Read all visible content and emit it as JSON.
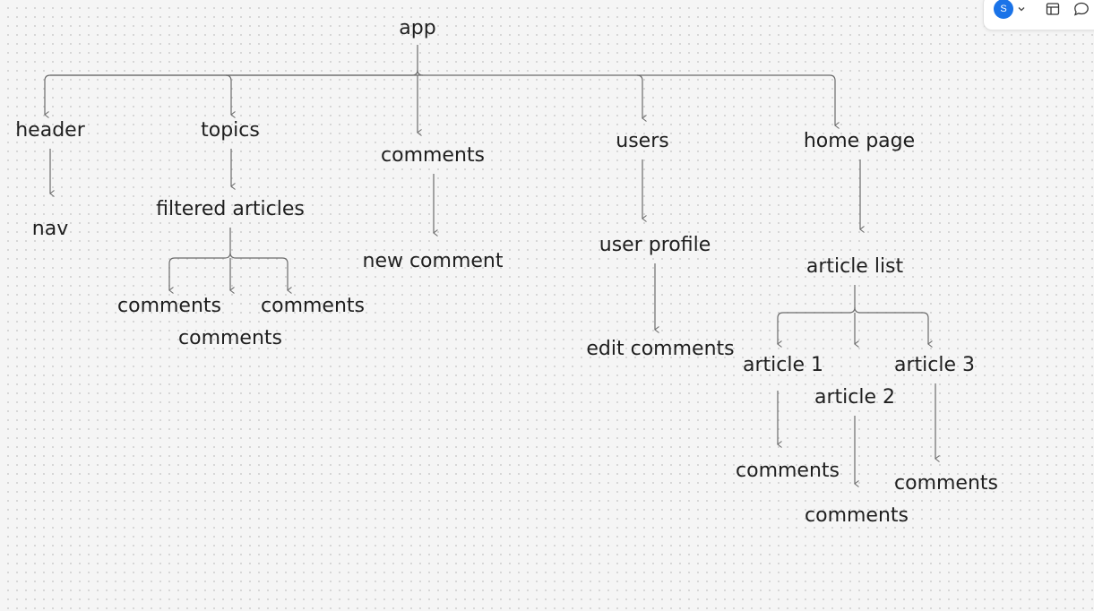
{
  "diagram": {
    "nodes": {
      "app": "app",
      "header": "header",
      "nav": "nav",
      "topics": "topics",
      "filtered_articles": "filtered articles",
      "topics_comments_left": "comments",
      "topics_comments_mid": "comments",
      "topics_comments_right": "comments",
      "comments": "comments",
      "new_comment": "new comment",
      "users": "users",
      "user_profile": "user profile",
      "edit_comments": "edit comments",
      "home_page": "home page",
      "article_list": "article list",
      "article_1": "article 1",
      "article_2": "article 2",
      "article_3": "article 3",
      "article_1_comments": "comments",
      "article_2_comments": "comments",
      "article_3_comments": "comments"
    }
  },
  "toolbar": {
    "avatar_initial": "S",
    "avatar_color": "#1a73e8",
    "icons": [
      "chevron-down-icon",
      "layout-icon",
      "comment-icon"
    ]
  }
}
